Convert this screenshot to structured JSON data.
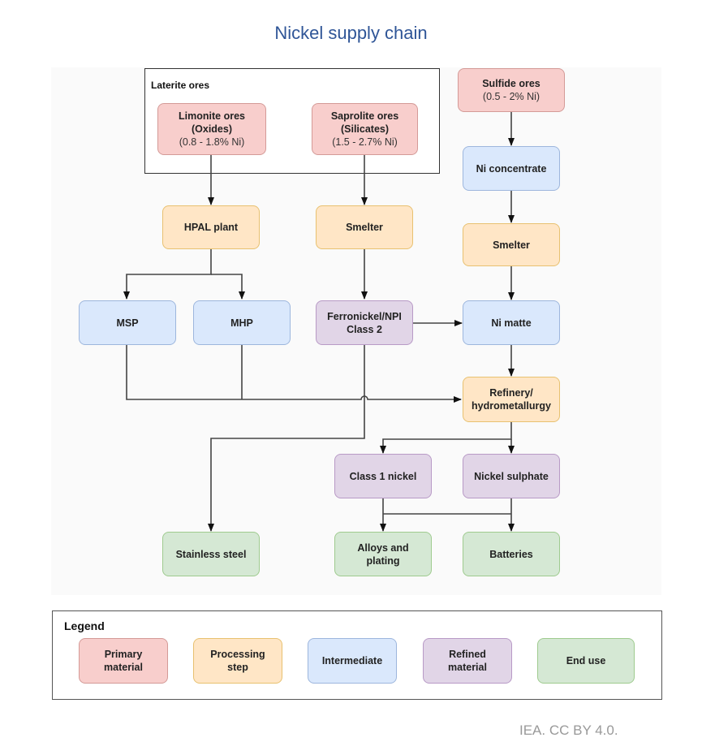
{
  "title": "Nickel supply chain",
  "group": {
    "label": "Laterite ores"
  },
  "nodes": {
    "limonite": {
      "line1": "Limonite ores",
      "line2": "(Oxides)",
      "line3": "(0.8 - 1.8% Ni)",
      "category": "Primary material"
    },
    "saprolite": {
      "line1": "Saprolite ores",
      "line2": "(Silicates)",
      "line3": "(1.5 - 2.7% Ni)",
      "category": "Primary material"
    },
    "sulfide": {
      "line1": "Sulfide ores",
      "line2": "(0.5 - 2% Ni)",
      "category": "Primary material"
    },
    "ni_concentrate": {
      "line1": "Ni concentrate",
      "category": "Intermediate"
    },
    "hpal": {
      "line1": "HPAL plant",
      "category": "Processing step"
    },
    "smelter_laterite": {
      "line1": "Smelter",
      "category": "Processing step"
    },
    "smelter_sulfide": {
      "line1": "Smelter",
      "category": "Processing step"
    },
    "msp": {
      "line1": "MSP",
      "category": "Intermediate"
    },
    "mhp": {
      "line1": "MHP",
      "category": "Intermediate"
    },
    "ferronickel": {
      "line1": "Ferronickel/NPI",
      "line2": "Class 2",
      "category": "Refined material"
    },
    "ni_matte": {
      "line1": "Ni matte",
      "category": "Intermediate"
    },
    "refinery": {
      "line1": "Refinery/",
      "line2": "hydrometallurgy",
      "category": "Processing step"
    },
    "class1": {
      "line1": "Class 1 nickel",
      "category": "Refined material"
    },
    "sulphate": {
      "line1": "Nickel sulphate",
      "category": "Refined material"
    },
    "stainless": {
      "line1": "Stainless steel",
      "category": "End use"
    },
    "alloys": {
      "line1": "Alloys and",
      "line2": "plating",
      "category": "End use"
    },
    "batteries": {
      "line1": "Batteries",
      "category": "End use"
    }
  },
  "edges": [
    [
      "limonite",
      "hpal"
    ],
    [
      "saprolite",
      "smelter_laterite"
    ],
    [
      "sulfide",
      "ni_concentrate"
    ],
    [
      "ni_concentrate",
      "smelter_sulfide"
    ],
    [
      "smelter_sulfide",
      "ni_matte"
    ],
    [
      "hpal",
      "msp"
    ],
    [
      "hpal",
      "mhp"
    ],
    [
      "smelter_laterite",
      "ferronickel"
    ],
    [
      "ferronickel",
      "ni_matte"
    ],
    [
      "ni_matte",
      "refinery"
    ],
    [
      "msp",
      "refinery"
    ],
    [
      "mhp",
      "refinery"
    ],
    [
      "ferronickel",
      "stainless"
    ],
    [
      "refinery",
      "class1"
    ],
    [
      "refinery",
      "sulphate"
    ],
    [
      "class1",
      "alloys"
    ],
    [
      "sulphate",
      "alloys"
    ],
    [
      "class1",
      "batteries"
    ],
    [
      "sulphate",
      "batteries"
    ]
  ],
  "legend": {
    "title": "Legend",
    "items": [
      {
        "line1": "Primary",
        "line2": "material",
        "color": "#f8cecc"
      },
      {
        "line1": "Processing",
        "line2": "step",
        "color": "#ffe6c6"
      },
      {
        "line1": "Intermediate",
        "color": "#dae8fc"
      },
      {
        "line1": "Refined",
        "line2": "material",
        "color": "#e1d5e7"
      },
      {
        "line1": "End use",
        "color": "#d5e8d4"
      }
    ]
  },
  "credit": "IEA. CC BY 4.0."
}
